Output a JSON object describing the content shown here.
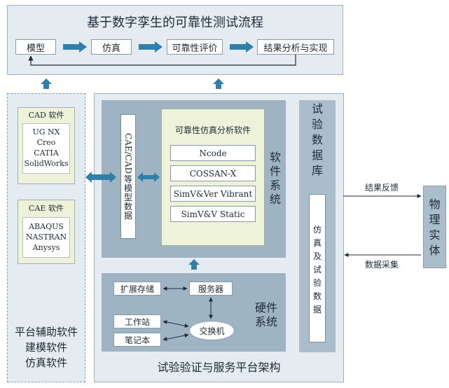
{
  "flow": {
    "title": "基于数字孪生的可靠性测试流程",
    "steps": [
      "模型",
      "仿真",
      "可靠性评价",
      "结果分析与实现"
    ]
  },
  "left_panel": {
    "cad": {
      "title": "CAD 软件",
      "items": [
        "UG NX",
        "Creo",
        "CATIA",
        "SolidWorks"
      ]
    },
    "cae": {
      "title": "CAE 软件",
      "items": [
        "ABAQUS",
        "NASTRAN",
        "Anysys"
      ]
    },
    "bottom_lines": [
      "平台辅助软件",
      "建模软件",
      "仿真软件"
    ]
  },
  "platform": {
    "title": "试验验证与服务平台架构",
    "software": {
      "label": "软件系统",
      "model_data": "CAE/CAD等模型数据",
      "analysis_title": "可靠性仿真分析软件",
      "items": [
        "Ncode",
        "COSSAN-X",
        "SimV&Ver Vibrant",
        "SimV&V Static"
      ]
    },
    "hardware": {
      "label": "硬件系统",
      "storage": "扩展存储",
      "server": "服务器",
      "workstation": "工作站",
      "laptop": "笔记本",
      "switch": "交换机"
    },
    "database": {
      "label": "试验数据库",
      "inner": "仿真及试验数据"
    }
  },
  "physical_entity": {
    "label": "物理实体",
    "feedback": "结果反馈",
    "collection": "数据采集"
  },
  "colors": {
    "arrow_blue": "#2f7fa8",
    "panel_light": "#e4ecf1",
    "panel_mid": "#9fb4c3",
    "panel_inner": "#eef2d8",
    "dark_panel": "#a9bdcb"
  }
}
